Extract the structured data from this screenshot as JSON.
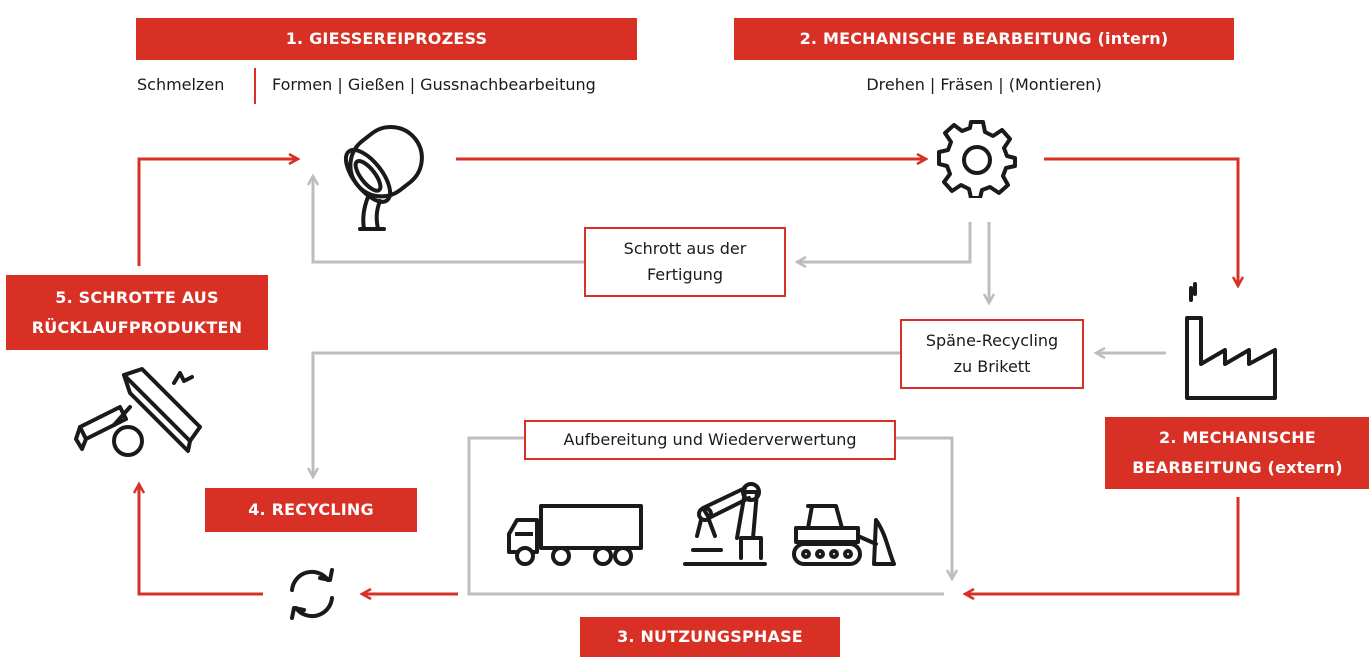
{
  "colors": {
    "accent": "#d93025",
    "flow_gray": "#bdbdbd",
    "icon": "#1a1a1a"
  },
  "stages": {
    "foundry": "1. GIESSEREIPROZESS",
    "machining_intern": "2. MECHANISCHE BEARBEITUNG (intern)",
    "machining_extern_line1": "2. MECHANISCHE",
    "machining_extern_line2": "BEARBEITUNG (extern)",
    "usage": "3. NUTZUNGSPHASE",
    "recycling": "4. RECYCLING",
    "scrap_line1": "5. SCHROTTE AUS",
    "scrap_line2": "RÜCKLAUFPRODUKTEN"
  },
  "subtitles": {
    "foundry_left": "Schmelzen",
    "foundry_right": "Formen | Gießen | Gussnachbearbeitung",
    "machining": "Drehen | Fräsen | (Montieren)"
  },
  "boxes": {
    "scrap_line1": "Schrott aus der",
    "scrap_line2": "Fertigung",
    "chips_line1": "Späne-Recycling",
    "chips_line2": "zu Brikett",
    "reuse": "Aufbereitung und Wiederverwertung"
  },
  "icons": {
    "foundry": "ladle-icon",
    "machining": "gear-icon",
    "factory": "factory-icon",
    "recycling": "cycle-arrows-icon",
    "scrap": "broken-beams-icon",
    "truck": "truck-icon",
    "robot": "robot-arm-icon",
    "bulldozer": "bulldozer-icon"
  }
}
